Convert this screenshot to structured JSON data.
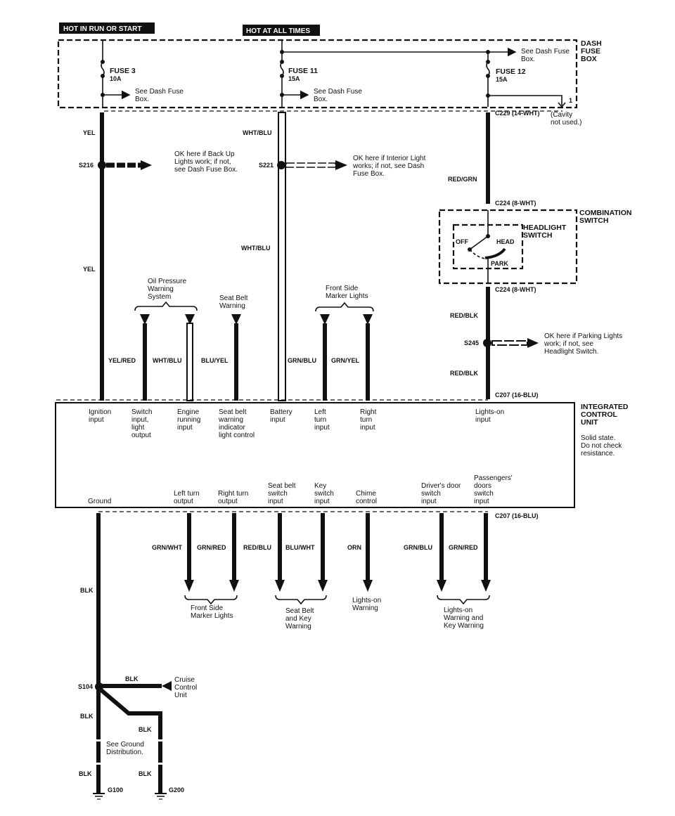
{
  "headers": {
    "hot_run_start": "HOT IN RUN OR START",
    "hot_all_times": "HOT AT ALL TIMES"
  },
  "dash_fuse_box": {
    "label": [
      "DASH",
      "FUSE",
      "BOX"
    ],
    "fuses": [
      {
        "name": "FUSE 3",
        "rating": "10A",
        "note": [
          "See Dash Fuse",
          "Box."
        ]
      },
      {
        "name": "FUSE 11",
        "rating": "15A",
        "note": [
          "See Dash Fuse",
          "Box."
        ]
      },
      {
        "name": "FUSE 12",
        "rating": "15A",
        "note": [
          "See Dash Fuse",
          "Box."
        ]
      }
    ],
    "cavity_pin": "1",
    "cavity_note": [
      "(Cavity",
      "not used.)"
    ]
  },
  "connectors": {
    "c229": "C229 (14-WHT)",
    "c224_top": "C224 (8-WHT)",
    "c224_bottom": "C224 (8-WHT)",
    "c207_top": "C207 (16-BLU)",
    "c207_bottom": "C207 (16-BLU)"
  },
  "wires": {
    "yel_1": "YEL",
    "yel_2": "YEL",
    "wht_blu_1": "WHT/BLU",
    "wht_blu_2": "WHT/BLU",
    "red_grn": "RED/GRN",
    "red_blk_1": "RED/BLK",
    "red_blk_2": "RED/BLK",
    "yel_red": "YEL/RED",
    "wht_blu_3": "WHT/BLU",
    "blu_yel": "BLU/YEL",
    "grn_blu_top": "GRN/BLU",
    "grn_yel": "GRN/YEL",
    "grn_wht": "GRN/WHT",
    "grn_red_1": "GRN/RED",
    "red_blu": "RED/BLU",
    "blu_wht": "BLU/WHT",
    "orn": "ORN",
    "grn_blu_bottom": "GRN/BLU",
    "grn_red_2": "GRN/RED",
    "blk_main": "BLK",
    "blk_cruise": "BLK",
    "blk_left_1": "BLK",
    "blk_right_1": "BLK",
    "blk_left_2": "BLK",
    "blk_right_2": "BLK"
  },
  "splices": {
    "s216": "S216",
    "s221": "S221",
    "s245": "S245",
    "s104": "S104"
  },
  "notes": {
    "s216": [
      "OK here if Back Up",
      "Lights work; if not,",
      "see Dash Fuse Box."
    ],
    "s221": [
      "OK here if Interior Light",
      "works; if not, see Dash",
      "Fuse Box."
    ],
    "s245": [
      "OK here if Parking Lights",
      "work; if not, see",
      "Headlight Switch."
    ],
    "ground": [
      "See Ground",
      "Distribution."
    ]
  },
  "combination_switch": {
    "label": [
      "COMBINATION",
      "SWITCH"
    ],
    "headlight_label": [
      "HEADLIGHT",
      "SWITCH"
    ],
    "positions": {
      "off": "OFF",
      "head": "HEAD",
      "park": "PARK"
    }
  },
  "top_groups": {
    "oil_pressure": [
      "Oil Pressure",
      "Warning",
      "System"
    ],
    "seat_belt": [
      "Seat Belt",
      "Warning"
    ],
    "front_side_marker": [
      "Front Side",
      "Marker Lights"
    ]
  },
  "icu": {
    "label": [
      "INTEGRATED",
      "CONTROL",
      "UNIT"
    ],
    "note": [
      "Solid state.",
      "Do not check",
      "resistance."
    ],
    "top_pins": [
      [
        "Ignition",
        "input"
      ],
      [
        "Switch",
        "input,",
        "light",
        "output"
      ],
      [
        "Engine",
        "running",
        "input"
      ],
      [
        "Seat belt",
        "warning",
        "indicator",
        "light control"
      ],
      [
        "Battery",
        "input"
      ],
      [
        "Left",
        "turn",
        "input"
      ],
      [
        "Right",
        "turn",
        "input"
      ],
      [
        "Lights-on",
        "input"
      ]
    ],
    "bottom_pins": [
      [
        "Ground"
      ],
      [
        "Left turn",
        "output"
      ],
      [
        "Right turn",
        "output"
      ],
      [
        "Seat belt",
        "switch",
        "input"
      ],
      [
        "Key",
        "switch",
        "input"
      ],
      [
        "Chime",
        "control"
      ],
      [
        "Driver's door",
        "switch",
        "input"
      ],
      [
        "Passengers'",
        "doors",
        "switch",
        "input"
      ]
    ]
  },
  "bottom_groups": {
    "front_side_marker": [
      "Front Side",
      "Marker Lights"
    ],
    "seat_belt_key": [
      "Seat Belt",
      "and Key",
      "Warning"
    ],
    "lights_on": [
      "Lights-on",
      "Warning"
    ],
    "lights_on_key": [
      "Lights-on",
      "Warning and",
      "Key Warning"
    ]
  },
  "cruise": [
    "Cruise",
    "Control",
    "Unit"
  ],
  "grounds": {
    "g100": "G100",
    "g200": "G200"
  }
}
